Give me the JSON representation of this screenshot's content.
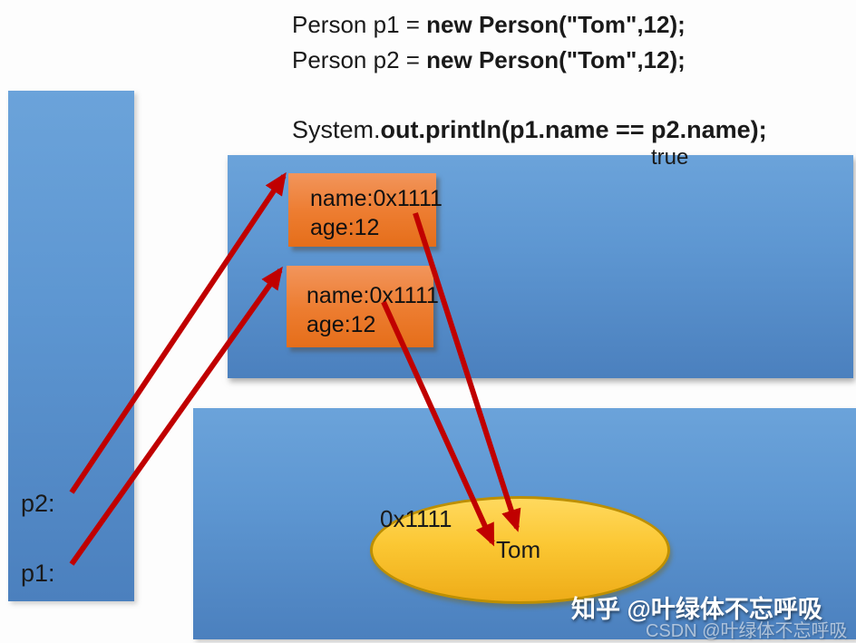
{
  "code": {
    "lines": [
      {
        "normal": "Person p1 = ",
        "bold": "new Person(\"Tom\",12);"
      },
      {
        "normal": "Person p2 = ",
        "bold": "new Person(\"Tom\",12);"
      },
      {
        "normal": "System.",
        "bold": "out.println(p1.name == p2.name);"
      }
    ],
    "result": "true"
  },
  "stack": {
    "labels": {
      "p2": "p2:",
      "p1": "p1:"
    }
  },
  "heap": {
    "objects": [
      {
        "name_field": "name:0x1111",
        "age_field": "age:12"
      },
      {
        "name_field": "name:0x1111",
        "age_field": "age:12"
      }
    ]
  },
  "string_pool": {
    "address_label": "0x1111",
    "value": "Tom"
  },
  "watermarks": {
    "zhihu": "知乎 @叶绿体不忘呼吸",
    "csdn": "CSDN @叶绿体不忘呼吸"
  },
  "colors": {
    "panel_blue_top": "#6BA3DA",
    "panel_blue_bottom": "#4B80BE",
    "object_orange_top": "#F2955C",
    "object_orange_bottom": "#E56E1A",
    "ellipse_gold_top": "#FFD95E",
    "ellipse_gold_bottom": "#EEAC18",
    "ellipse_border": "#BD8F00",
    "arrow_red": "#C00000",
    "text_black": "#1A1A1A"
  }
}
